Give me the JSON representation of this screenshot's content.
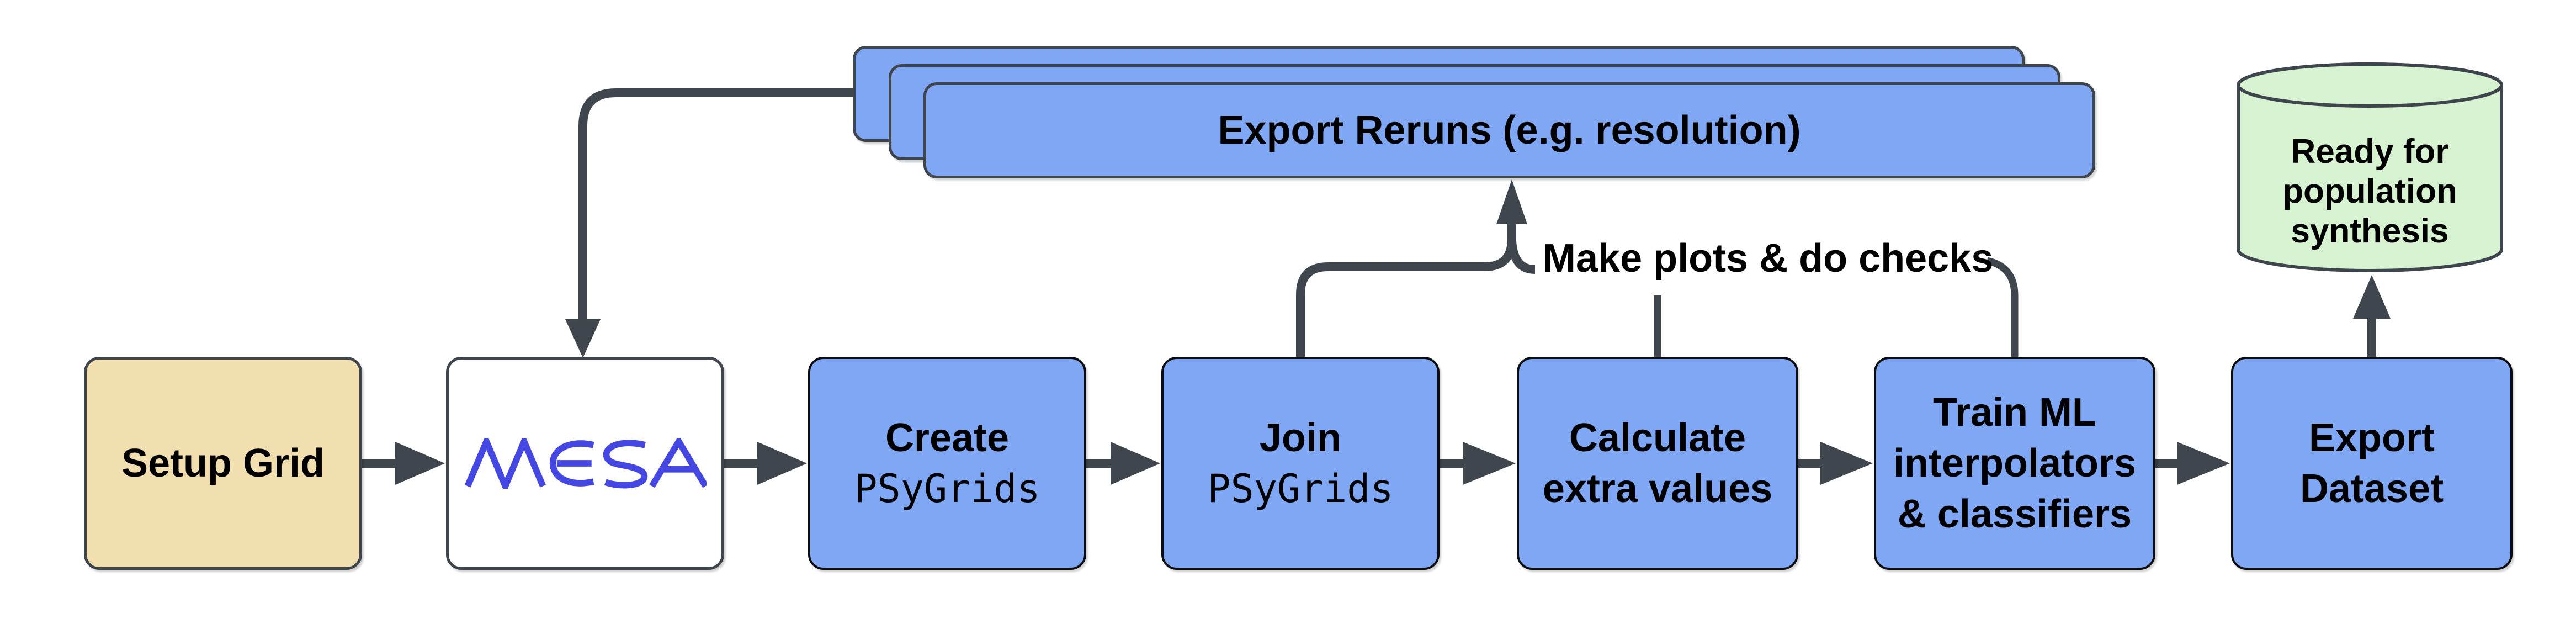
{
  "colors": {
    "canvas": "#ffffff",
    "node-blue": "#7fa7f3",
    "node-tan": "#f2dfb0",
    "node-green": "#d6f2d0",
    "node-border": "#0b0d10",
    "stroke-slate": "#3f454d",
    "connector": "#40464e",
    "mesa-blue": "#4447e2",
    "text": "#000000"
  },
  "diagram": {
    "nodes": {
      "setup_grid": {
        "label": "Setup Grid"
      },
      "mesa": {
        "logo_text": "MESA"
      },
      "create_psygrids": {
        "lines": [
          "Create",
          "PSyGrids"
        ]
      },
      "join_psygrids": {
        "lines": [
          "Join",
          "PSyGrids"
        ]
      },
      "calculate_extra_values": {
        "lines": [
          "Calculate",
          "extra values"
        ]
      },
      "train_ml": {
        "lines": [
          "Train ML",
          "interpolators",
          "& classifiers"
        ]
      },
      "export_dataset": {
        "lines": [
          "Export",
          "Dataset"
        ]
      },
      "export_reruns": {
        "label": "Export Reruns (e.g. resolution)"
      },
      "ready_database": {
        "lines": [
          "Ready for",
          "population",
          "synthesis"
        ]
      }
    },
    "annotations": {
      "make_plots": "Make plots & do checks"
    }
  }
}
